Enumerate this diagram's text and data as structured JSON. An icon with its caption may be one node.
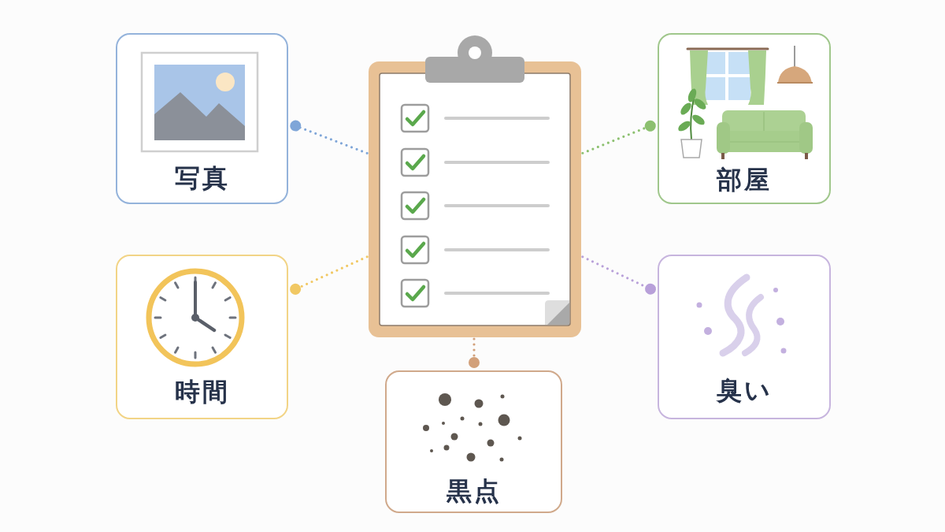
{
  "diagram": {
    "nodes": [
      {
        "text": [
          "写真"
        ]
      },
      {
        "text": [],
        "shape": "picture"
      },
      {
        "text": [
          "部屋"
        ]
      },
      {
        "text": [
          "時間"
        ]
      },
      {
        "text": [
          "臭い"
        ]
      },
      {
        "text": [
          "黒点"
        ]
      }
    ],
    "edges": [
      {
        "from": 1,
        "to": 0,
        "arrow": "other",
        "color": "#7fa6d8"
      },
      {
        "from": 1,
        "to": 2,
        "arrow": "other",
        "color": "#8cc06f"
      },
      {
        "from": 1,
        "to": 3,
        "arrow": "other",
        "color": "#f1c863"
      },
      {
        "from": 1,
        "to": 4,
        "arrow": "other",
        "color": "#b8a0d9"
      },
      {
        "from": 1,
        "to": 5,
        "arrow": "other",
        "color": "#d2a07a"
      }
    ]
  }
}
